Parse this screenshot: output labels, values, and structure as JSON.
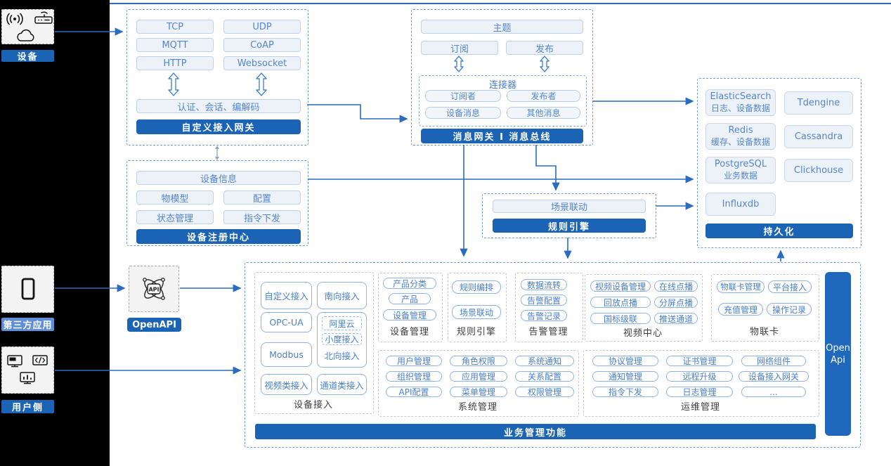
{
  "left_rail": {
    "device": {
      "label": "设备"
    },
    "third_party": {
      "label": "第三方应用"
    },
    "user_side": {
      "label": "用户侧"
    }
  },
  "gateway": {
    "title": "自定义接入网关",
    "protocols": [
      "TCP",
      "UDP",
      "MQTT",
      "CoAP",
      "HTTP",
      "Websocket"
    ],
    "auth_bar": "认证、会话、编解码"
  },
  "message_bus": {
    "title": "消息网关 I 消息总线",
    "topic": "主题",
    "subscribe": "订阅",
    "publish": "发布",
    "connector_title": "连接器",
    "connector_items": [
      "订阅者",
      "发布者",
      "设备消息",
      "其他消息"
    ]
  },
  "persistence": {
    "title": "持久化",
    "cells": [
      {
        "name": "ElasticSearch",
        "desc": "日志、设备数据"
      },
      {
        "name": "Tdengine"
      },
      {
        "name": "Redis",
        "desc": "缓存、设备数据"
      },
      {
        "name": "Cassandra"
      },
      {
        "name": "PostgreSQL",
        "desc": "业务数据"
      },
      {
        "name": "Clickhouse"
      },
      {
        "name": "Influxdb"
      }
    ]
  },
  "registry": {
    "title": "设备注册中心",
    "device_info": "设备信息",
    "items": [
      "物模型",
      "配置",
      "状态管理",
      "指令下发"
    ]
  },
  "rule_engine": {
    "title": "规则引擎",
    "scene_linkage": "场景联动"
  },
  "openapi": {
    "label": "OpenAPI"
  },
  "business": {
    "title": "业务管理功能",
    "open_api": {
      "line1": "Open",
      "line2": "Api"
    },
    "device_access": {
      "label": "设备接入",
      "custom": "自定义接入",
      "south": "南向接入",
      "opcua": "OPC-UA",
      "ali": "阿里云",
      "xiaodu": "小度接入",
      "north": "北向接入",
      "modbus": "Modbus",
      "video": "视频类接入",
      "channel": "通道类接入"
    },
    "device_mgmt": {
      "label": "设备管理",
      "items": [
        "产品分类",
        "产品",
        "设备管理"
      ]
    },
    "rule": {
      "label": "规则引擎",
      "items": [
        "规则编排",
        "场景联动"
      ]
    },
    "alarm": {
      "label": "告警管理",
      "items": [
        "数据流转",
        "告警配置",
        "告警记录"
      ]
    },
    "video_center": {
      "label": "视频中心",
      "items": [
        "视频设备管理",
        "在线点播",
        "回放点播",
        "分屏点播",
        "国标级联",
        "推送通道"
      ]
    },
    "iot_card": {
      "label": "物联卡",
      "items": [
        "物联卡管理",
        "平台接入",
        "充值管理",
        "操作记录"
      ]
    },
    "system_mgmt": {
      "label": "系统管理",
      "items": [
        "用户管理",
        "角色权限",
        "系统通知",
        "组织管理",
        "应用管理",
        "关系配置",
        "API配置",
        "菜单管理",
        "权限管理"
      ]
    },
    "ops_mgmt": {
      "label": "运维管理",
      "items": [
        "协议管理",
        "证书管理",
        "网络组件",
        "通知管理",
        "远程升级",
        "设备接入网关",
        "指令下发",
        "日志管理",
        "..."
      ]
    }
  }
}
